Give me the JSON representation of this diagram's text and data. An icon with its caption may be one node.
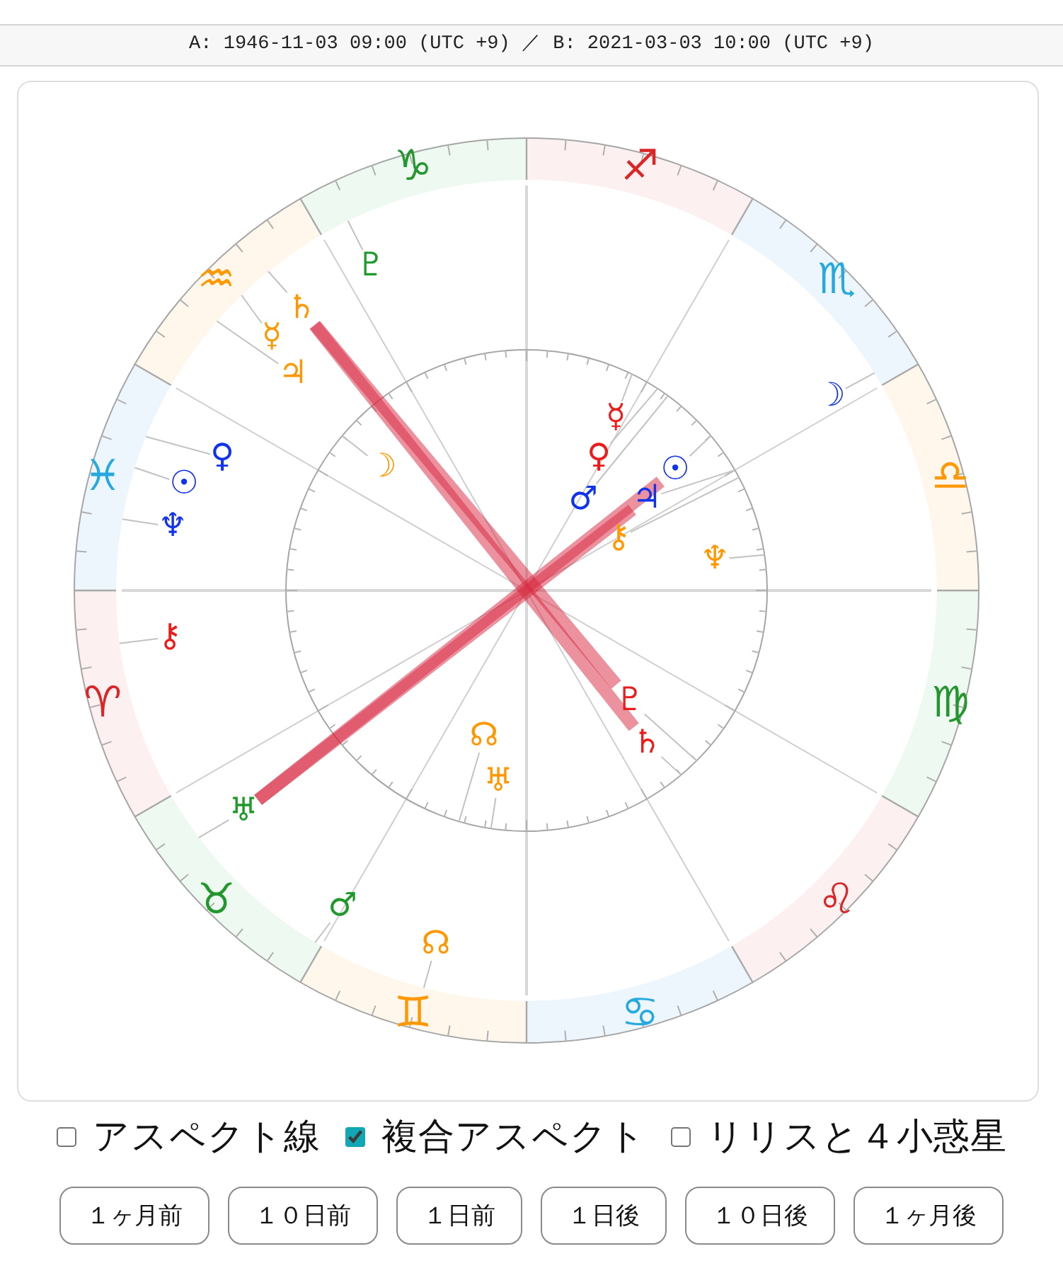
{
  "diagram": {
    "nodes": [
      {
        "text": [
          "♑"
        ]
      },
      {
        "text": [
          "♐"
        ]
      },
      {
        "text": [
          "♒"
        ]
      },
      {
        "text": [
          "♏"
        ]
      },
      {
        "text": [
          "♓"
        ]
      },
      {
        "text": [
          "♎"
        ]
      },
      {
        "text": [
          "♈"
        ]
      },
      {
        "text": [
          "♍"
        ]
      },
      {
        "text": [
          "♉"
        ]
      },
      {
        "text": [
          "♌"
        ]
      },
      {
        "text": [
          "♊"
        ]
      },
      {
        "text": [
          "♋"
        ]
      },
      {
        "text": [
          "♇"
        ]
      },
      {
        "text": [
          "♄"
        ]
      },
      {
        "text": [
          "☿"
        ]
      },
      {
        "text": [
          "♃"
        ]
      },
      {
        "text": [
          "☽"
        ]
      },
      {
        "text": [
          "☿"
        ]
      },
      {
        "text": [
          "♀"
        ]
      },
      {
        "text": [
          "♀"
        ]
      },
      {
        "text": [
          "☽"
        ]
      },
      {
        "text": [
          "☉"
        ]
      },
      {
        "text": [
          "☉"
        ]
      },
      {
        "text": [
          "♂"
        ]
      },
      {
        "text": [
          "♃"
        ]
      },
      {
        "text": [
          "♆"
        ]
      },
      {
        "text": [
          "⚷"
        ]
      },
      {
        "text": [
          "♆"
        ]
      },
      {
        "text": [
          "⚷"
        ]
      },
      {
        "text": [
          "♇"
        ]
      },
      {
        "text": [
          "☊"
        ]
      },
      {
        "text": [
          "♄"
        ]
      },
      {
        "text": [
          "♅"
        ]
      },
      {
        "text": [
          "♅"
        ]
      },
      {
        "text": [
          "♂"
        ]
      },
      {
        "text": [
          "☊"
        ]
      }
    ],
    "edges": [
      {
        "from": 12,
        "to": 0,
        "arrow": "none"
      },
      {
        "from": 13,
        "to": 2,
        "arrow": "none"
      },
      {
        "from": 14,
        "to": 2,
        "arrow": "none"
      },
      {
        "from": 15,
        "to": 2,
        "arrow": "none"
      },
      {
        "from": 16,
        "to": 3,
        "arrow": "none"
      },
      {
        "from": 17,
        "to": null,
        "arrow": "none"
      },
      {
        "from": 18,
        "to": 4,
        "arrow": "none"
      },
      {
        "from": 19,
        "to": null,
        "arrow": "none"
      },
      {
        "from": 20,
        "to": null,
        "arrow": "none"
      },
      {
        "from": 21,
        "to": null,
        "arrow": "none"
      },
      {
        "from": 22,
        "to": 4,
        "arrow": "none"
      },
      {
        "from": 23,
        "to": null,
        "arrow": "none"
      },
      {
        "from": 24,
        "to": null,
        "arrow": "none"
      },
      {
        "from": 25,
        "to": 4,
        "arrow": "none"
      },
      {
        "from": 26,
        "to": null,
        "arrow": "none"
      },
      {
        "from": 27,
        "to": null,
        "arrow": "none"
      },
      {
        "from": 28,
        "to": 6,
        "arrow": "none"
      },
      {
        "from": 29,
        "to": null,
        "arrow": "none"
      },
      {
        "from": 30,
        "to": null,
        "arrow": "none"
      },
      {
        "from": 31,
        "to": null,
        "arrow": "none"
      },
      {
        "from": 32,
        "to": null,
        "arrow": "none"
      },
      {
        "from": 33,
        "to": 8,
        "arrow": "none"
      },
      {
        "from": 34,
        "to": 8,
        "arrow": "none"
      },
      {
        "from": 35,
        "to": 10,
        "arrow": "none"
      },
      {
        "from": 13,
        "to": 31,
        "arrow": "none",
        "style": "thick",
        "color": "#d7263d"
      },
      {
        "from": 13,
        "to": 29,
        "arrow": "none",
        "style": "thick",
        "color": "#d7263d"
      },
      {
        "from": 33,
        "to": 21,
        "arrow": "none",
        "style": "thick",
        "color": "#d7263d"
      },
      {
        "from": 33,
        "to": 24,
        "arrow": "none",
        "style": "thick",
        "color": "#d7263d"
      }
    ],
    "labels": [
      "A: 1946-11-03 09:00 (UTC +9) ／ B: 2021-03-03 10:00 (UTC +9)",
      "アスペクト線",
      "複合アスペクト",
      "リリスと４小惑星",
      "１ヶ月前",
      "１０日前",
      "１日前",
      "１日後",
      "１０日後",
      "１ヶ月後"
    ]
  }
}
